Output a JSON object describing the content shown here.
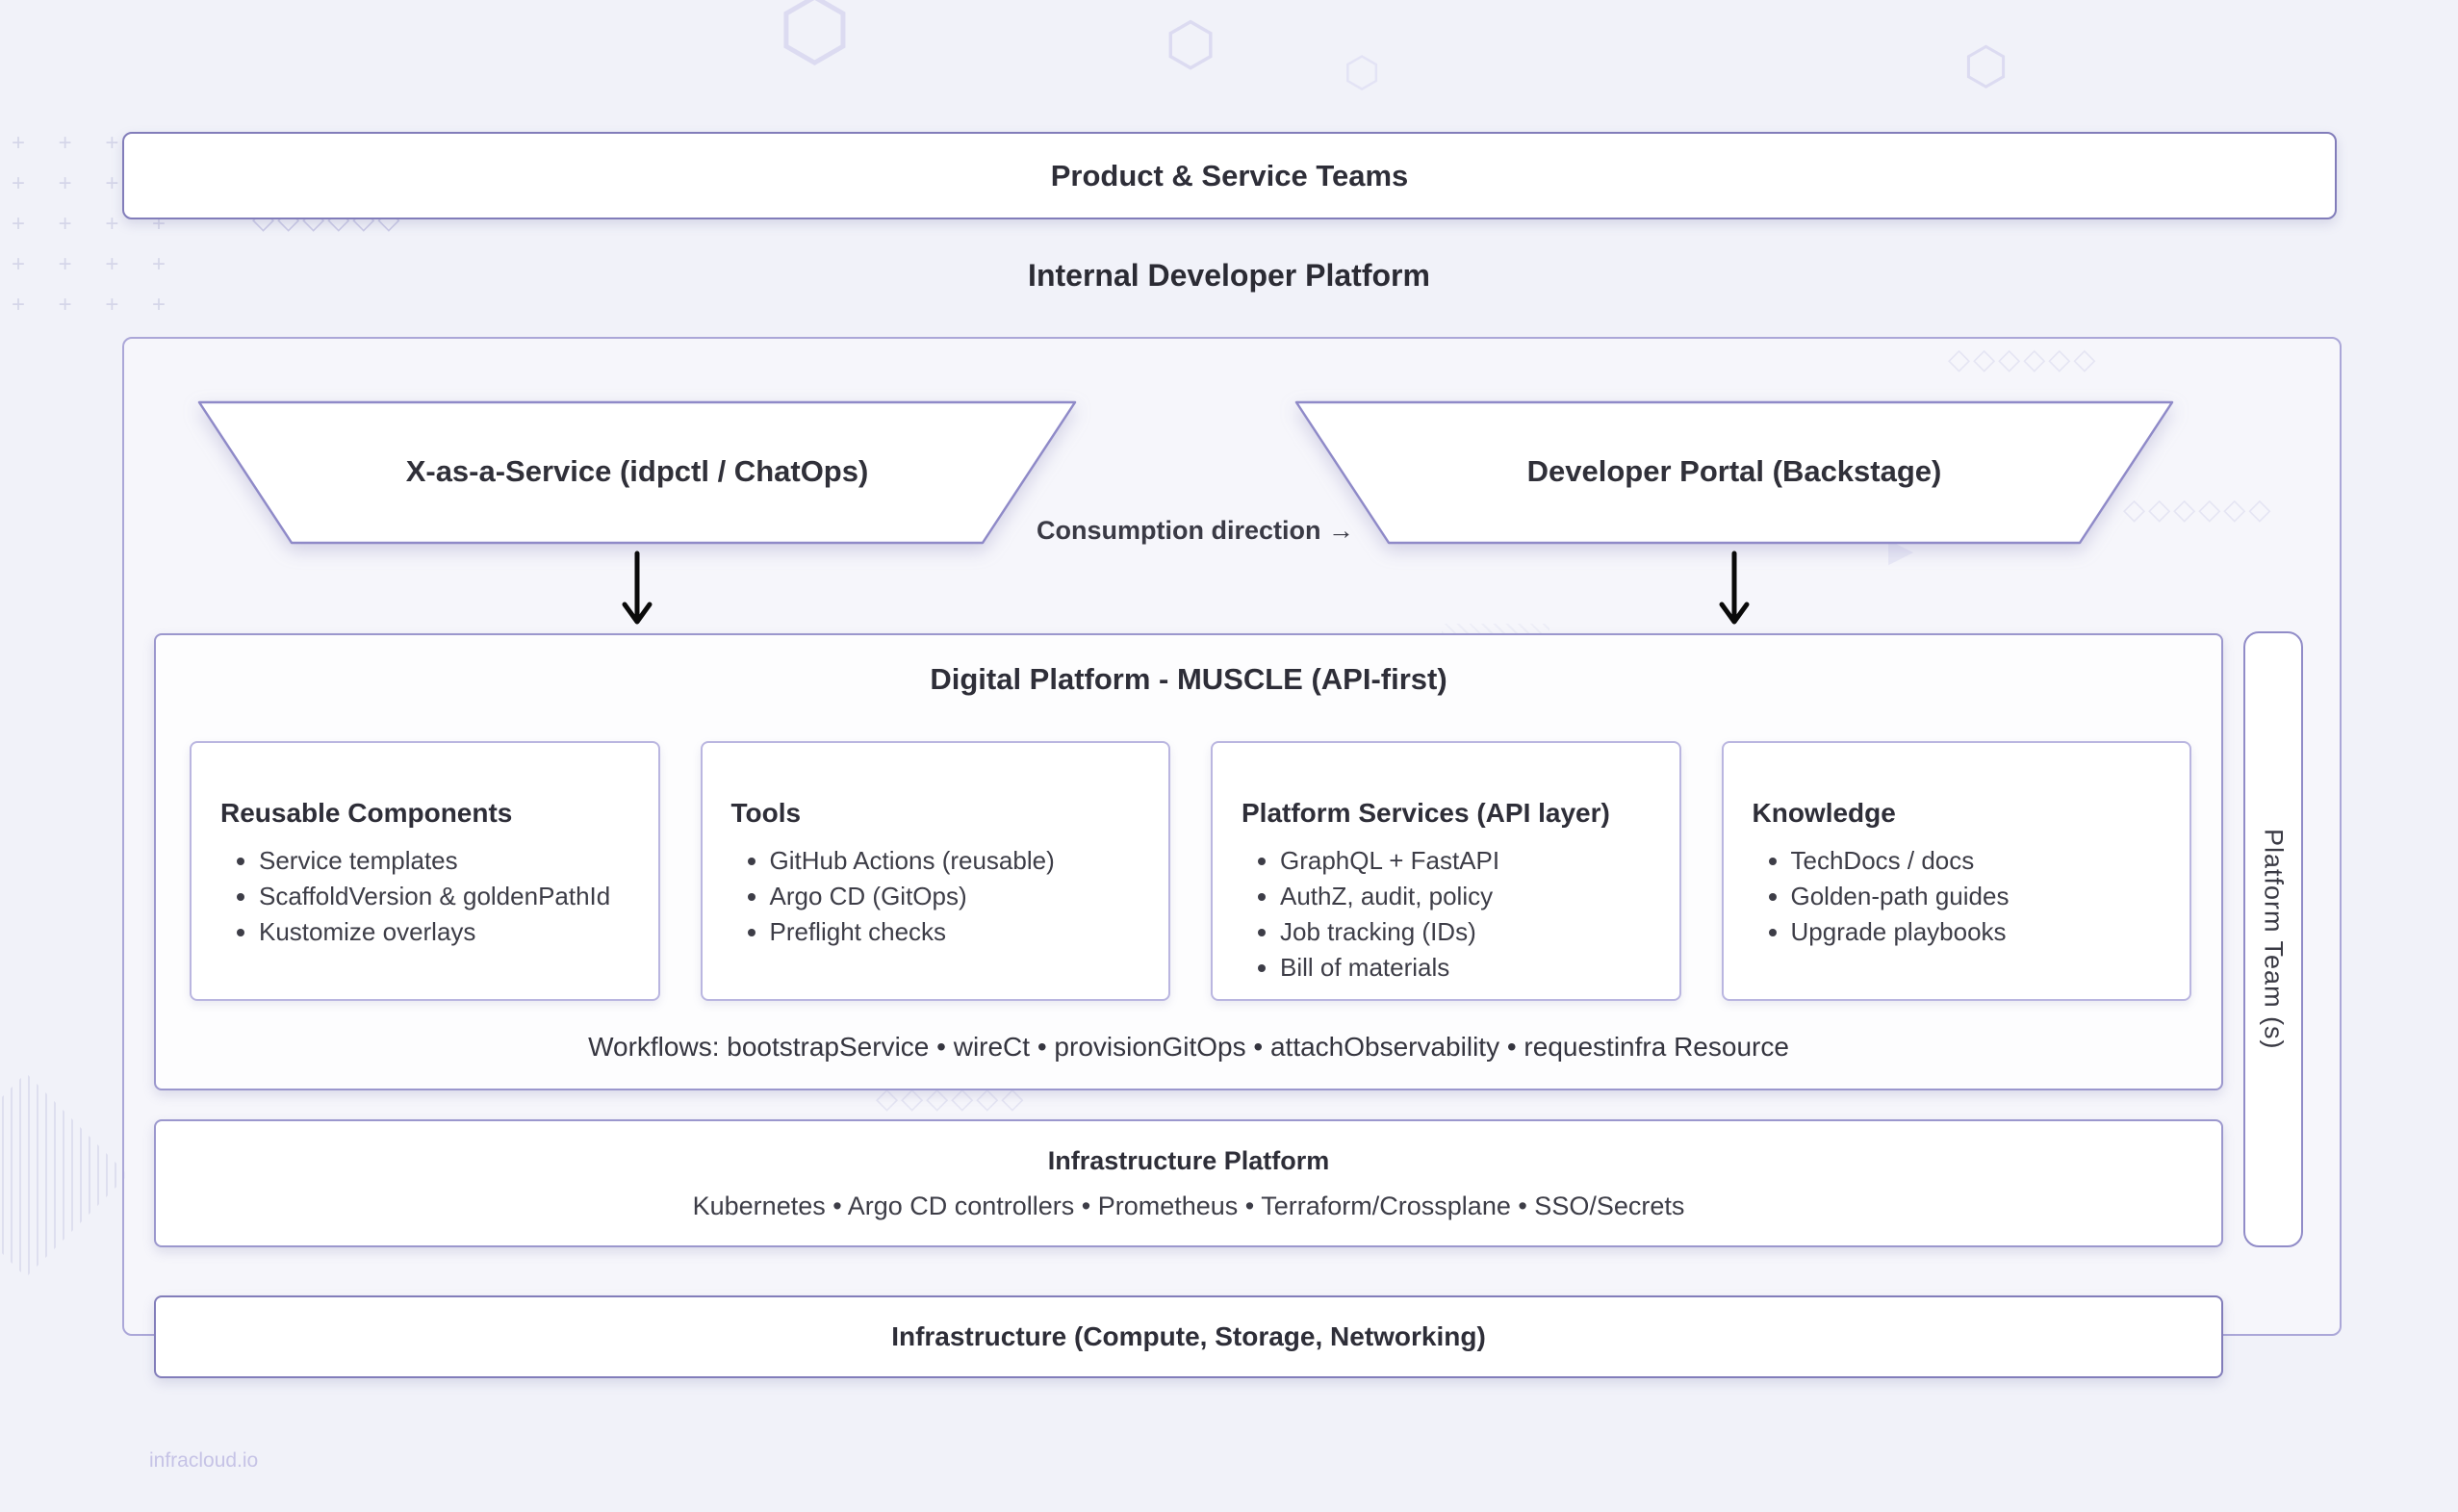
{
  "colors": {
    "background": "#f1f2f9",
    "strong_border": "#827dba",
    "container_border": "#aba7d8",
    "card_border": "#bab6e0",
    "heading_text": "#2e2e38",
    "body_text": "#3d3d47",
    "watermark_text": "#c6c3e6",
    "arrow": "#0a0a0a"
  },
  "top_banner": {
    "label": "Product & Service Teams"
  },
  "idp": {
    "title": "Internal Developer Platform",
    "interfaces": [
      {
        "label": "X-as-a-Service (idpctl / ChatOps)"
      },
      {
        "label": "Developer Portal (Backstage)"
      }
    ],
    "consumption_label": "Consumption direction →",
    "digital_platform": {
      "title": "Digital Platform - MUSCLE (API-first)",
      "cards": [
        {
          "title": "Reusable Components",
          "items": [
            "Service templates",
            "ScaffoldVersion & goldenPathId",
            "Kustomize overlays"
          ]
        },
        {
          "title": "Tools",
          "items": [
            "GitHub Actions (reusable)",
            "Argo CD (GitOps)",
            "Preflight checks"
          ]
        },
        {
          "title": "Platform Services (API layer)",
          "items": [
            "GraphQL + FastAPI",
            "AuthZ, audit, policy",
            "Job tracking (IDs)",
            "Bill of materials"
          ]
        },
        {
          "title": "Knowledge",
          "items": [
            "TechDocs / docs",
            "Golden-path guides",
            "Upgrade playbooks"
          ]
        }
      ],
      "workflows_label": "Workflows: bootstrapService • wireCt • provisionGitOps • attachObservability • requestinfra Resource"
    },
    "infrastructure_platform": {
      "title": "Infrastructure Platform",
      "stack_label": "Kubernetes • Argo CD controllers • Prometheus • Terraform/Crossplane • SSO/Secrets"
    },
    "platform_team_label": "Platform Team (s)"
  },
  "infrastructure_base": {
    "label": "Infrastructure (Compute, Storage, Networking)"
  },
  "watermark": "infracloud.io",
  "decor": {
    "plus_grid": "+ + + +\n+ + + +\n+ + + +\n+ + + +\n+ + + +",
    "diamond_chain": "◇◇◇◇◇◇",
    "dot_row": "· · · · · · · ·",
    "hexagon": "⬡",
    "triangle": "▶"
  }
}
